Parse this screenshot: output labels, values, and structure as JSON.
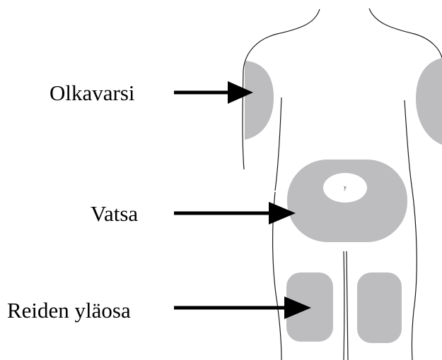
{
  "labels": {
    "upper_arm": "Olkavarsi",
    "abdomen": "Vatsa",
    "upper_thigh": "Reiden yläosa",
    "navel_mark": "y"
  },
  "colors": {
    "outline": "#1a1a1a",
    "injection_zone": "#bdbdc0",
    "navel": "#ffffff",
    "arrow": "#000000",
    "text": "#000000"
  }
}
